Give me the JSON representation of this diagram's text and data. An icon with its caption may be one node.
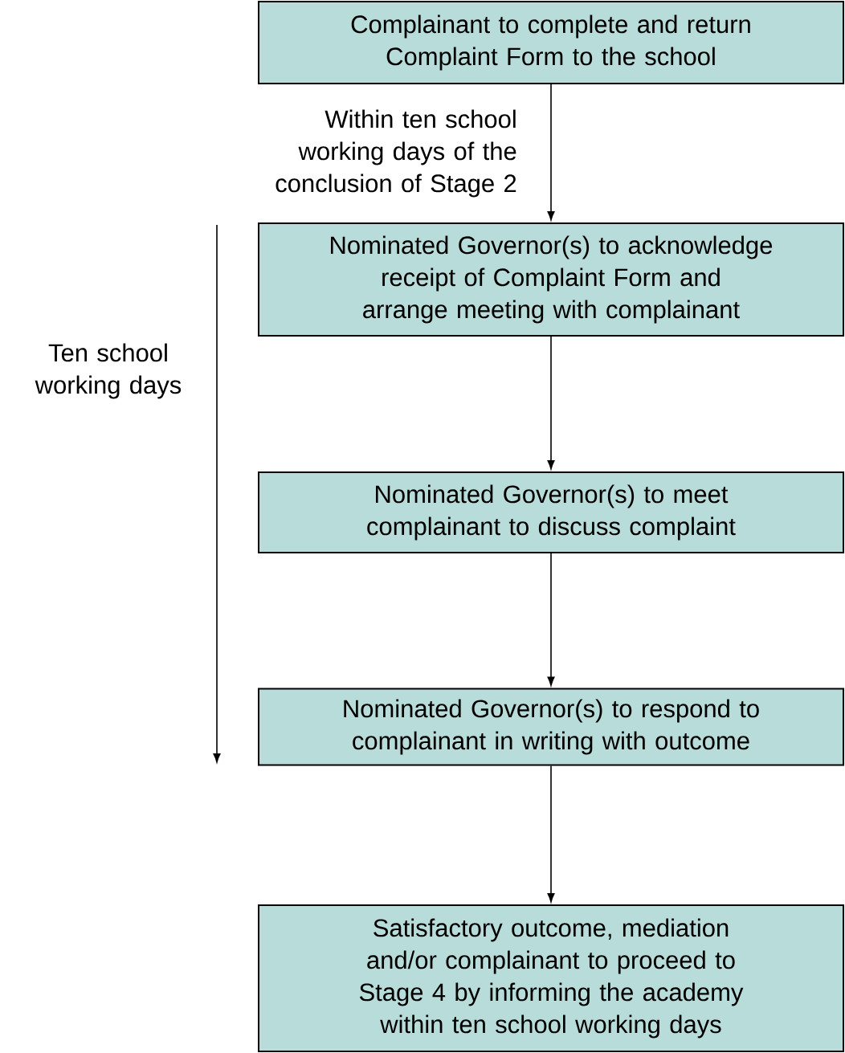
{
  "diagram": {
    "nodes": [
      {
        "text": [
          "Complainant to complete and return Complaint Form to the school"
        ]
      },
      {
        "text": [
          "Nominated Governor(s) to acknowledge receipt of Complaint Form and arrange meeting with complainant"
        ]
      },
      {
        "text": [
          "Nominated Governor(s) to meet complainant to discuss complaint"
        ]
      },
      {
        "text": [
          "Nominated Governor(s) to respond to complainant in writing with outcome"
        ]
      },
      {
        "text": [
          "Satisfactory outcome, mediation and/or complainant to proceed to Stage 4 by informing the academy within ten school working days"
        ]
      }
    ],
    "edges": [
      {
        "from": 0,
        "to": 1,
        "arrow": "to",
        "label": "Within ten school working days of the conclusion of Stage 2"
      },
      {
        "from": 1,
        "to": 2,
        "arrow": "to"
      },
      {
        "from": 2,
        "to": 3,
        "arrow": "to"
      },
      {
        "from": 3,
        "to": 4,
        "arrow": "to"
      }
    ],
    "labels": [
      "Ten school working days"
    ]
  }
}
